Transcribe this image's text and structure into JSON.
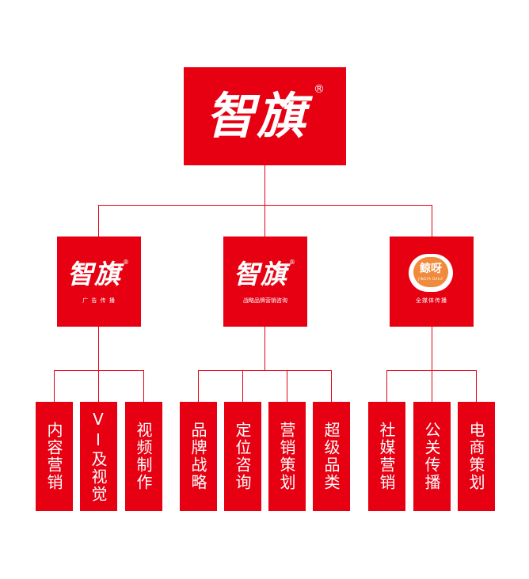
{
  "root": {
    "logo": "智旗",
    "reg": "®"
  },
  "mid": [
    {
      "logo": "智旗",
      "reg": "®",
      "caption": "广 告 传 播"
    },
    {
      "logo": "智旗",
      "reg": "®",
      "caption": "战略品牌营销咨询"
    },
    {
      "badge": "鲸呀",
      "badge_sub": "JINGYA DAILY",
      "caption": "全媒体传播"
    }
  ],
  "leaves": [
    "内容营销",
    "VI及视觉",
    "视频制作",
    "品牌战略",
    "定位咨询",
    "营销策划",
    "超级品类",
    "社媒营销",
    "公关传播",
    "电商策划"
  ],
  "colors": {
    "box": "#e60012",
    "line": "#e60012",
    "text": "#ffffff",
    "badge_accent": "#f08a3c"
  }
}
